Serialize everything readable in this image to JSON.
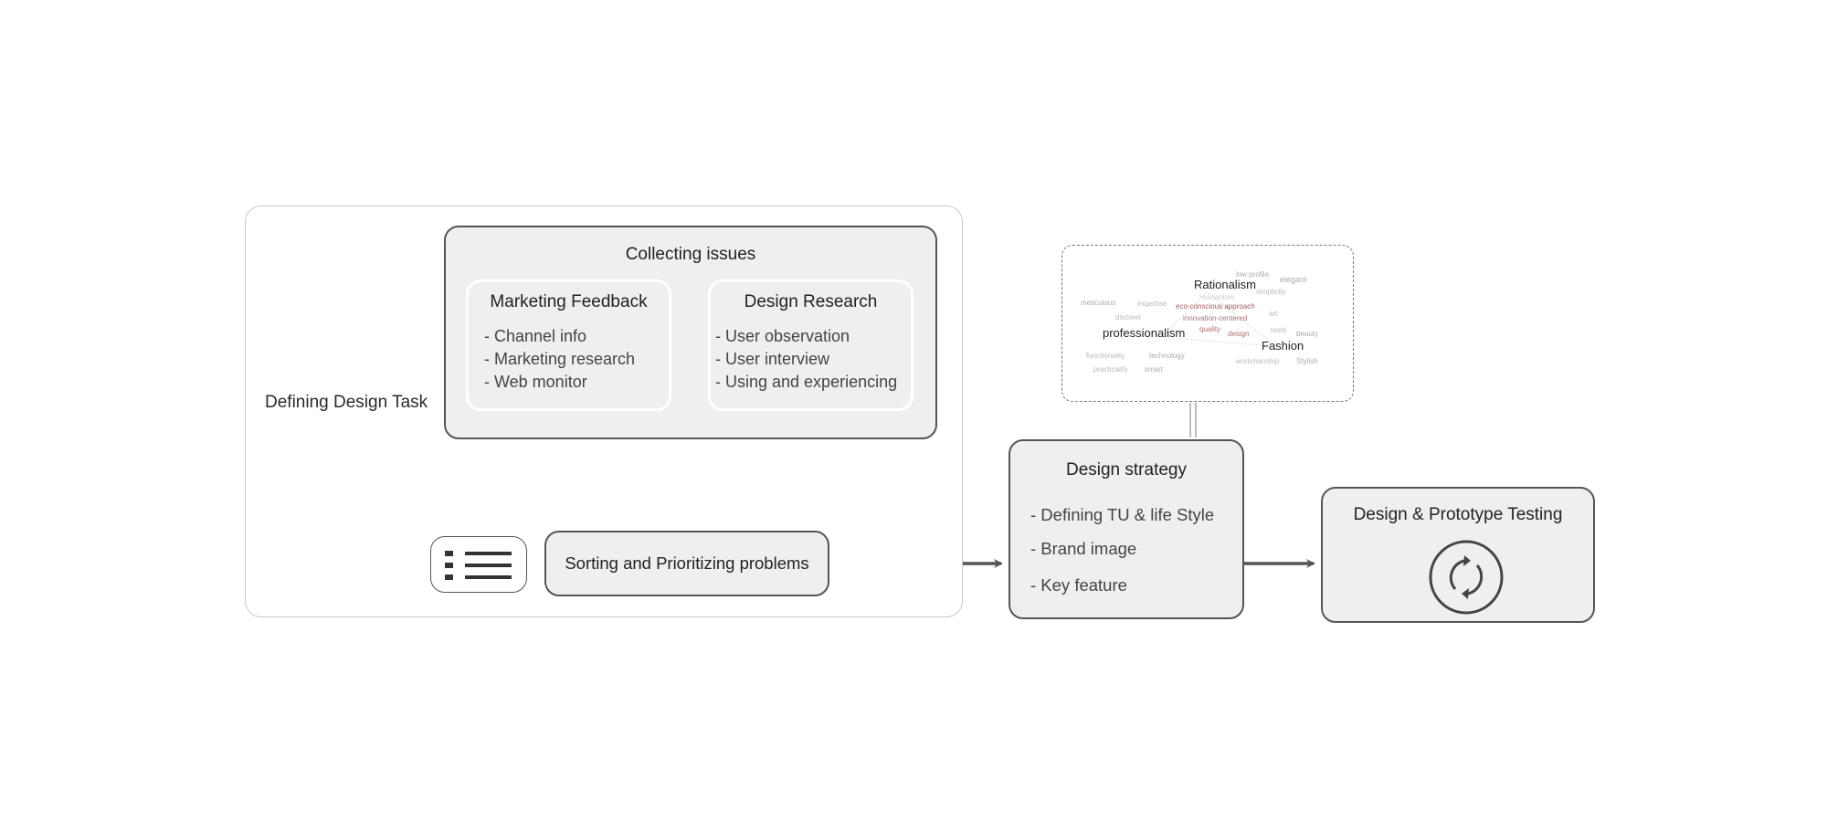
{
  "group": {
    "label": "Defining Design Task"
  },
  "collecting": {
    "title": "Collecting issues",
    "marketing": {
      "title": "Marketing Feedback",
      "items": [
        "- Channel info",
        "- Marketing research",
        "- Web monitor"
      ]
    },
    "research": {
      "title": "Design Research",
      "items": [
        "- User observation",
        "- User interview",
        "- Using and experiencing"
      ]
    }
  },
  "sorting": {
    "label": "Sorting and Prioritizing problems",
    "icon": "list-icon"
  },
  "word_cloud": {
    "words": [
      {
        "text": "low profile",
        "color": "#aaaaaa"
      },
      {
        "text": "elegant",
        "color": "#aaaaaa"
      },
      {
        "text": "Rationalism",
        "color": "#222222"
      },
      {
        "text": "Humanism",
        "color": "#cccccc"
      },
      {
        "text": "simplicity",
        "color": "#bbbbbb"
      },
      {
        "text": "meticulous",
        "color": "#aaaaaa"
      },
      {
        "text": "expertise",
        "color": "#bbbbbb"
      },
      {
        "text": "eco-conscious approach",
        "color": "#a05a5a"
      },
      {
        "text": "discreet",
        "color": "#bbbbbb"
      },
      {
        "text": "innovation-centered",
        "color": "#b07070"
      },
      {
        "text": "art",
        "color": "#bbbbbb"
      },
      {
        "text": "quality",
        "color": "#b07070"
      },
      {
        "text": "professionalism",
        "color": "#222222"
      },
      {
        "text": "design",
        "color": "#b07070"
      },
      {
        "text": "taste",
        "color": "#bbbbbb"
      },
      {
        "text": "beauty",
        "color": "#aaaaaa"
      },
      {
        "text": "Fashion",
        "color": "#222222"
      },
      {
        "text": "functionality",
        "color": "#bbbbbb"
      },
      {
        "text": "technology",
        "color": "#aaaaaa"
      },
      {
        "text": "workmanship",
        "color": "#bbbbbb"
      },
      {
        "text": "Stylish",
        "color": "#aaaaaa"
      },
      {
        "text": "practicality",
        "color": "#bbbbbb"
      },
      {
        "text": "smart",
        "color": "#aaaaaa"
      }
    ]
  },
  "strategy": {
    "title": "Design strategy",
    "items": [
      "- Defining TU & life Style",
      "- Brand image",
      "- Key feature"
    ]
  },
  "testing": {
    "title": "Design & Prototype Testing",
    "icon": "refresh-icon"
  },
  "colors": {
    "box_fill": "#efefef",
    "stroke": "#555555",
    "outer_border": "#c8c8c8"
  }
}
